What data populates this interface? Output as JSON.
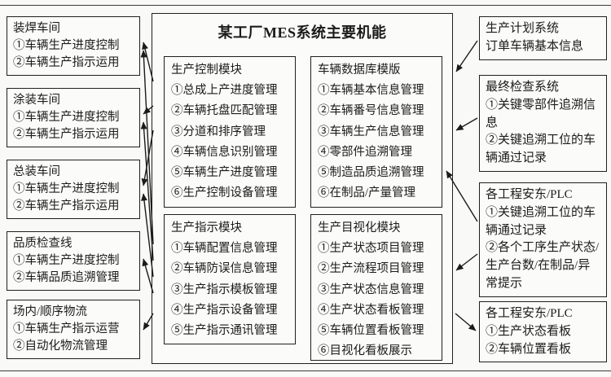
{
  "title": "某工厂MES系统主要机能",
  "left_boxes": [
    {
      "title": "装焊车间",
      "items": [
        "①车辆生产进度控制",
        "②车辆生产指示运用"
      ]
    },
    {
      "title": "涂装车间",
      "items": [
        "①车辆生产进度控制",
        "②车辆生产指示运用"
      ]
    },
    {
      "title": "总装车间",
      "items": [
        "①车辆生产进度控制",
        "②车辆生产指示运用"
      ]
    },
    {
      "title": "品质检查线",
      "items": [
        "①车辆生产进度控制",
        "②车辆品质追溯管理"
      ]
    },
    {
      "title": "场内/顺序物流",
      "items": [
        "①车辆生产指示运营",
        "②自动化物流管理"
      ]
    }
  ],
  "modules": [
    {
      "title": "生产控制模块",
      "items": [
        "①总成上产进度管理",
        "②车辆托盘匹配管理",
        "③分道和排序管理",
        "④车辆信息识别管理",
        "⑤车辆生产进度管理",
        "⑥生产控制设备管理"
      ]
    },
    {
      "title": "车辆数据库模版",
      "items": [
        "①车辆基本信息管理",
        "②车辆番号信息管理",
        "③车辆生产信息管理",
        "④零部件追溯管理",
        "⑤制造品质追溯管理",
        "⑥在制品/产量管理"
      ]
    },
    {
      "title": "生产指示模块",
      "items": [
        "①车辆配置信息管理",
        "②车辆防误信息管理",
        "③生产指示模板管理",
        "④生产指示设备管理",
        "⑤生产指示通讯管理"
      ]
    },
    {
      "title": "生产目视化模块",
      "items": [
        "①生产状态项目管理",
        "②生产流程项目管理",
        "③生产状态信息管理",
        "④生产状态看板管理",
        "⑤车辆位置看板管理",
        "⑥目视化看板展示"
      ]
    }
  ],
  "right_boxes": [
    {
      "title": "生产计划系统",
      "items": [
        "订单车辆基本信息"
      ]
    },
    {
      "title": "最终检查系统",
      "items": [
        "①关键零部件追溯信息",
        "②关键追溯工位的车辆通过记录"
      ]
    },
    {
      "title": "各工程安东/PLC",
      "items": [
        "①关键追溯工位的车辆通过记录",
        "②各个工序生产状态/生产台数/在制品/异常提示"
      ]
    },
    {
      "title": "各工程安东/PLC",
      "items": [
        "①生产状态看板",
        "②车辆位置看板"
      ]
    }
  ]
}
